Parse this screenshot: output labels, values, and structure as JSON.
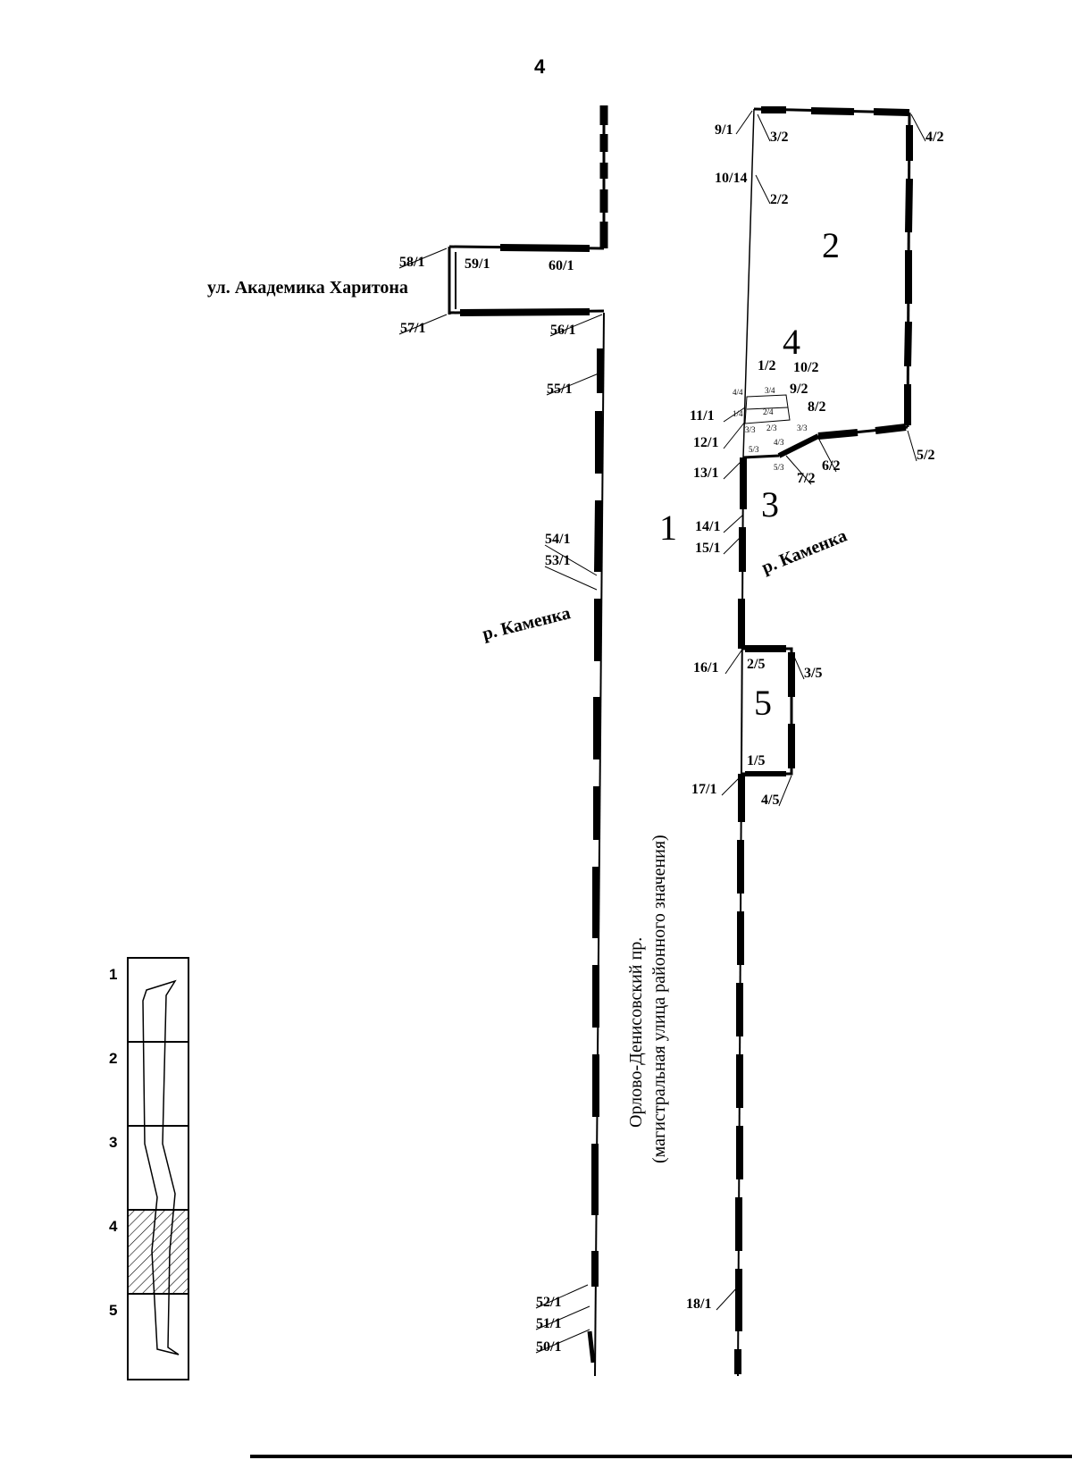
{
  "page_number": "4",
  "streets": {
    "kharitona": "ул. Академика Харитона",
    "river_left": "р. Каменка",
    "river_right": "р. Каменка",
    "prospect_line1": "Орлово-Денисовский пр.",
    "prospect_line2": "(магистральная улица районного значения)"
  },
  "zones": [
    "1",
    "2",
    "3",
    "4",
    "5"
  ],
  "left_labels": [
    "58/1",
    "59/1",
    "60/1",
    "57/1",
    "56/1",
    "55/1",
    "54/1",
    "53/1",
    "52/1",
    "51/1",
    "50/1"
  ],
  "right_labels": [
    "9/1",
    "3/2",
    "4/2",
    "10/14",
    "2/2",
    "1/2",
    "10/2",
    "9/2",
    "8/2",
    "11/1",
    "12/1",
    "13/1",
    "6/2",
    "7/2",
    "5/2",
    "14/1",
    "15/1",
    "16/1",
    "2/5",
    "3/5",
    "1/5",
    "17/1",
    "4/5",
    "18/1"
  ],
  "small_labels": [
    "4/4",
    "3/4",
    "2/4",
    "1/4",
    "2/3",
    "3/3",
    "4/3",
    "5/3",
    "5/3",
    "3/3"
  ],
  "index_map": {
    "rows": [
      "1",
      "2",
      "3",
      "4",
      "5"
    ],
    "highlighted_row": "4"
  }
}
